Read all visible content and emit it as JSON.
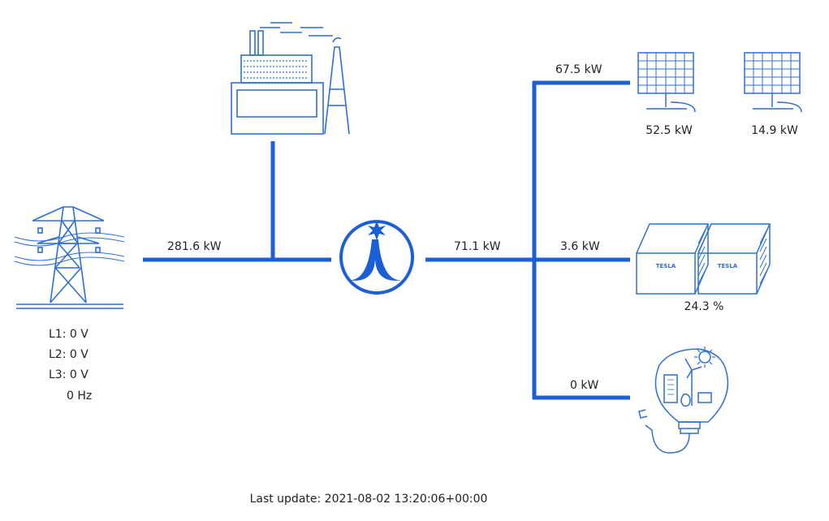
{
  "colors": {
    "line": "#1a5fd6",
    "icon": "#2d6fd6",
    "text": "#222222",
    "background": "#ffffff"
  },
  "icons": {
    "factory": "factory-icon",
    "grid": "power-tower-icon",
    "hub": "inverter-logo-icon",
    "solar_panel_1": "solar-panel-icon",
    "solar_panel_2": "solar-panel-icon",
    "battery": "tesla-battery-icon",
    "consumption": "green-energy-bulb-icon"
  },
  "flows": {
    "grid_kw": "281.6 kW",
    "inverter_kw": "71.1 kW",
    "solar_total_kw": "67.5 kW",
    "battery_kw": "3.6 kW",
    "load_kw": "0 kW"
  },
  "solar": {
    "panel1": "52.5 kW",
    "panel2": "14.9 kW"
  },
  "battery": {
    "soc": "24.3 %",
    "brand": "TESLA"
  },
  "grid": {
    "l1": "L1: 0 V",
    "l2": "L2: 0 V",
    "l3": "L3: 0 V",
    "freq": "0 Hz"
  },
  "footer": {
    "last_update": "Last update: 2021-08-02 13:20:06+00:00"
  }
}
